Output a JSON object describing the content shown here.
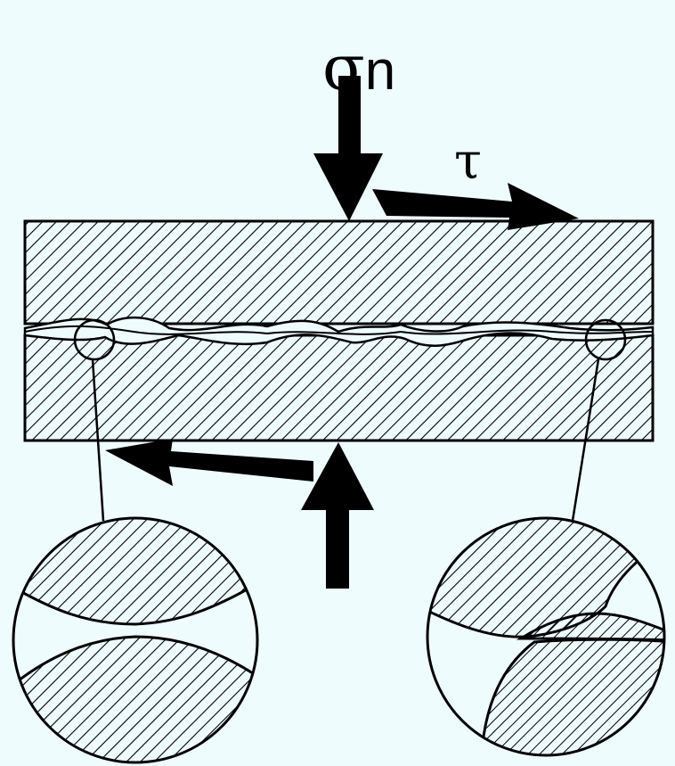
{
  "labels": {
    "normal_stress_symbol": "σ",
    "normal_stress_subscript": "n",
    "shear_stress": "τ"
  },
  "colors": {
    "background": "#effcfe",
    "ink": "#000000"
  }
}
